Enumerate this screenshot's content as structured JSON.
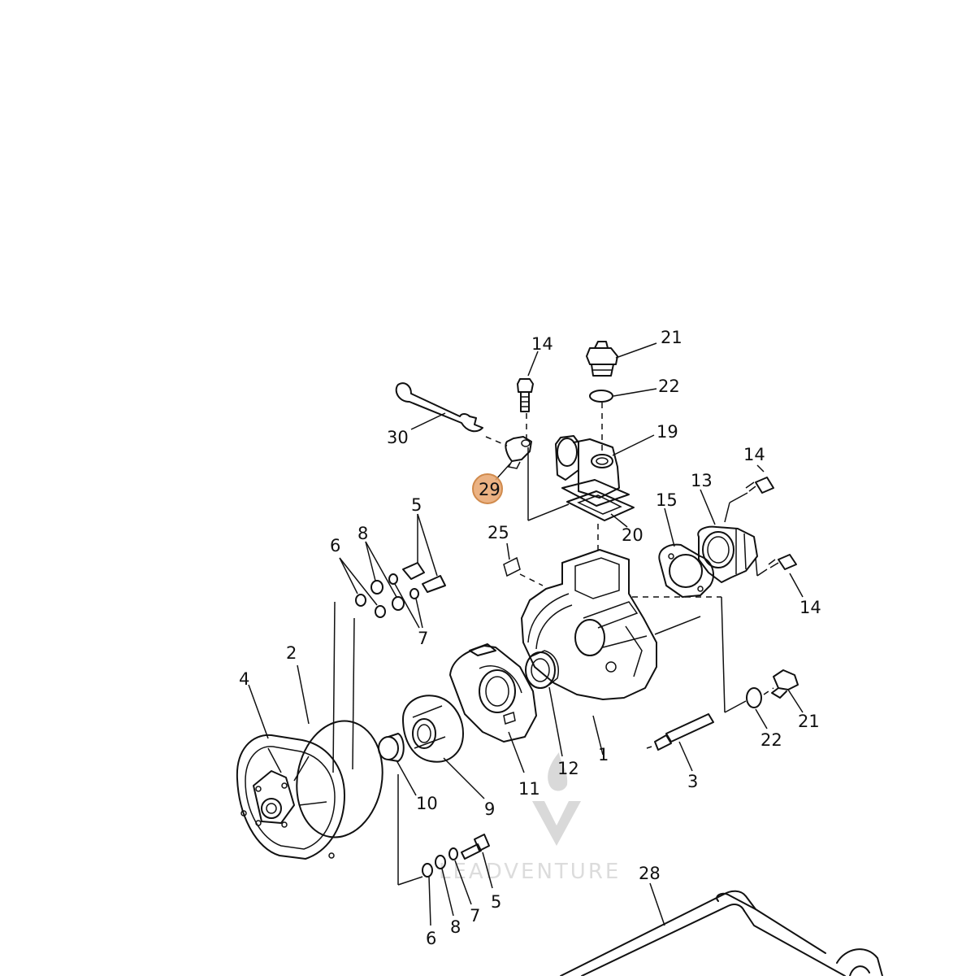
{
  "diagram": {
    "kind": "exploded parts diagram",
    "highlight_color": "#e7a46d",
    "labels": {
      "p1": "1",
      "p2": "2",
      "p3": "3",
      "p4": "4",
      "p5a": "5",
      "p5b": "5",
      "p6a": "6",
      "p6b": "6",
      "p7a": "7",
      "p7b": "7",
      "p8a": "8",
      "p8b": "8",
      "p9": "9",
      "p10": "10",
      "p11": "11",
      "p12": "12",
      "p13": "13",
      "p14a": "14",
      "p14b": "14",
      "p14c": "14",
      "p15": "15",
      "p19": "19",
      "p20": "20",
      "p21a": "21",
      "p21b": "21",
      "p22a": "22",
      "p22b": "22",
      "p25": "25",
      "p28": "28",
      "p29": "29",
      "p30": "30"
    },
    "highlighted_part": "29"
  },
  "watermark": {
    "text": "LEADVENTURE",
    "icon": "flame-v-logo-icon"
  }
}
